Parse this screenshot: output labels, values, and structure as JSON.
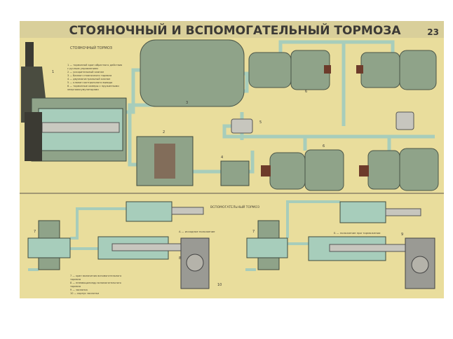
{
  "poster": {
    "title": "СТОЯНОЧНЫЙ И ВСПОМОГАТЕЛЬНЫЙ ТОРМОЗА",
    "sheet_number": "23",
    "parking_section_title": "СТОЯНОЧНЫЙ ТОРМОЗ",
    "auxiliary_section_title": "ВСПОМОГАТЕЛЬНЫЙ ТОРМОЗ",
    "legend": [
      "1 — тормозной кран обратного действия",
      "    с ручным управлением",
      "2 — ускорительный клапан",
      "3 — баллон стояночного тормоза",
      "4 — двухмагистральный клапан",
      "5 — клапан контрольного вывода",
      "6 — тормозные камеры с пружинными",
      "    энергоаккумуляторами"
    ],
    "state_a": "А — исходное положение",
    "state_b": "Б — положение при торможении",
    "bottom_legend": [
      "7 — кран включения вспомогательного",
      "    тормоза",
      "8 — пневмоцилиндр вспомогательного",
      "    тормоза",
      "9 — заслонка",
      "10 — корпус заслонки"
    ],
    "part_numbers": [
      "1",
      "2",
      "3",
      "4",
      "5",
      "6",
      "7",
      "8",
      "9",
      "10"
    ],
    "colors": {
      "paper": "#e9dd9c",
      "tank": "#8fa389",
      "pipe": "#a7cdbb",
      "dark": "#3b3a33",
      "title": "#3c3a36"
    }
  }
}
